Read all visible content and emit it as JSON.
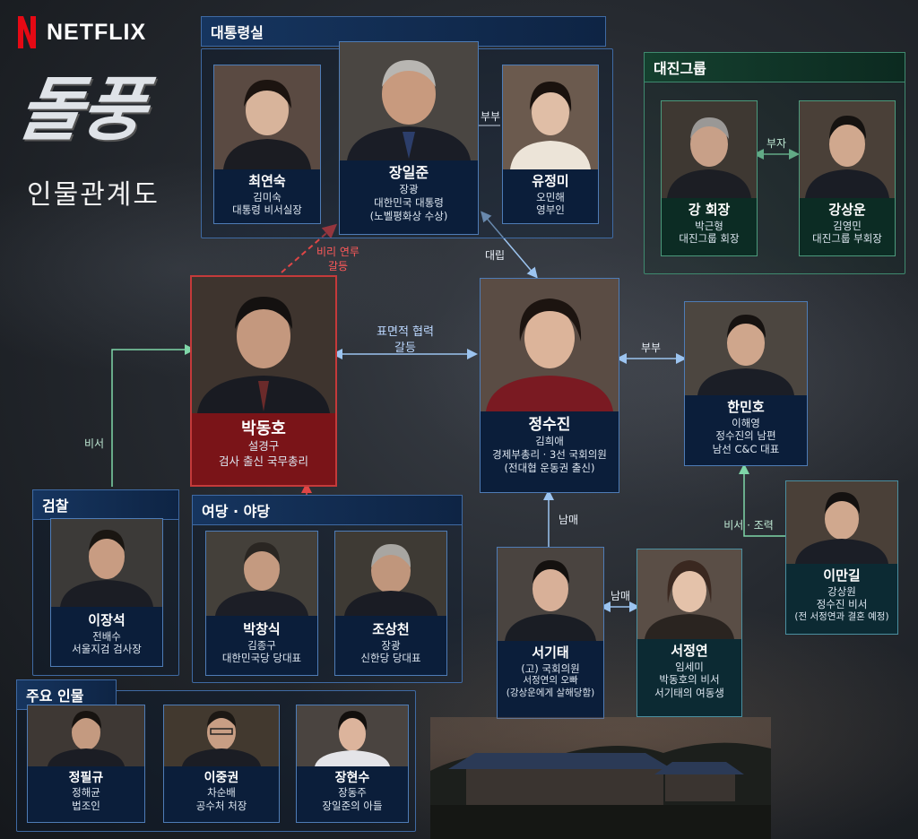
{
  "brand": {
    "name": "NETFLIX"
  },
  "title": "돌풍",
  "subtitle": "인물관계도",
  "colors": {
    "blue": "#4e7cb6",
    "green": "#4c9a7c",
    "red": "#c43a3a",
    "netflix": "#e50914"
  },
  "groups": {
    "presidential": "대통령실",
    "daejin": "대진그룹",
    "prosecution": "검찰",
    "parties": "여당 · 야당",
    "main": "주요 인물"
  },
  "people": {
    "choi": {
      "name": "최연숙",
      "actor": "김미숙",
      "role": "대통령 비서실장"
    },
    "jang": {
      "name": "장일준",
      "actor": "장광",
      "role": "대한민국 대통령",
      "note": "(노벨평화상 수상)"
    },
    "yoo": {
      "name": "유정미",
      "actor": "오민해",
      "role": "영부인"
    },
    "kang": {
      "name": "강 회장",
      "actor": "박근형",
      "role": "대진그룹 회장"
    },
    "kangsw": {
      "name": "강상운",
      "actor": "김영민",
      "role": "대진그룹 부회장"
    },
    "park": {
      "name": "박동호",
      "actor": "설경구",
      "role": "검사 출신 국무총리"
    },
    "jung": {
      "name": "정수진",
      "actor": "김희애",
      "role": "경제부총리 · 3선 국회의원",
      "note": "(전대협 운동권 출신)"
    },
    "han": {
      "name": "한민호",
      "actor": "이해영",
      "role": "정수진의 남편",
      "note": "남선 C&C 대표"
    },
    "lee_mg": {
      "name": "이만길",
      "actor": "강상원",
      "role": "정수진 비서",
      "note": "(전 서정연과 결혼 예정)"
    },
    "lee_js": {
      "name": "이장석",
      "actor": "전배수",
      "role": "서울지검 검사장"
    },
    "park_cs": {
      "name": "박창식",
      "actor": "김종구",
      "role": "대한민국당 당대표"
    },
    "cho": {
      "name": "조상천",
      "actor": "장광",
      "role": "신한당 당대표"
    },
    "seo_kt": {
      "name": "서기태",
      "actor": "(고) 국회의원",
      "role": "서정연의 오빠",
      "note": "(강상운에게 살해당함)"
    },
    "seo_jy": {
      "name": "서정연",
      "actor": "임세미",
      "role": "박동호의 비서",
      "note": "서기태의 여동생"
    },
    "jung_pg": {
      "name": "정필규",
      "actor": "정해균",
      "role": "법조인"
    },
    "lee_jk": {
      "name": "이중권",
      "actor": "차순배",
      "role": "공수처 처장"
    },
    "jang_hs": {
      "name": "장현수",
      "actor": "장동주",
      "role": "장일준의 아들"
    }
  },
  "relations": {
    "couple1": "부부",
    "father_son": "부자",
    "corruption1": "비리 연루",
    "corruption2": "갈등",
    "confront": "대립",
    "coop1": "표면적 협력",
    "coop2": "갈등",
    "couple2": "부부",
    "secretary": "비서",
    "siblings1": "남매",
    "siblings2": "남매",
    "sec_help": "비서 · 조력"
  }
}
